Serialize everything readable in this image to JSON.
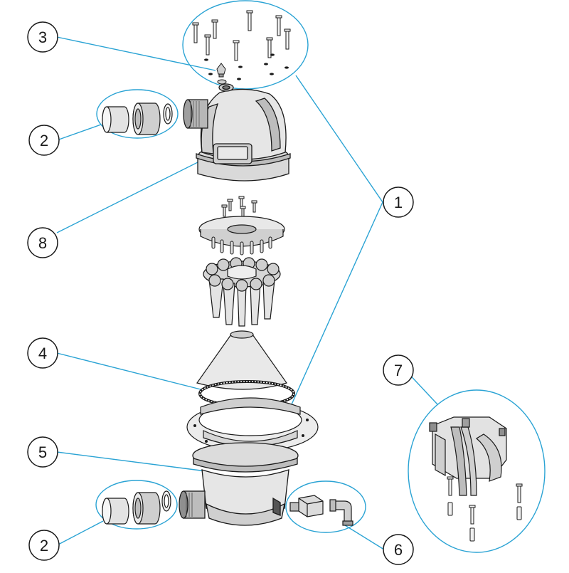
{
  "callouts": [
    {
      "id": "callout-3",
      "label": "3"
    },
    {
      "id": "callout-2-top",
      "label": "2"
    },
    {
      "id": "callout-1",
      "label": "1"
    },
    {
      "id": "callout-8",
      "label": "8"
    },
    {
      "id": "callout-4",
      "label": "4"
    },
    {
      "id": "callout-7",
      "label": "7"
    },
    {
      "id": "callout-5",
      "label": "5"
    },
    {
      "id": "callout-2-bottom",
      "label": "2"
    },
    {
      "id": "callout-6",
      "label": "6"
    }
  ],
  "colors": {
    "leader": "#2aa3d4",
    "outline": "#1a1a1a",
    "body_light": "#e6e6e6",
    "body_mid": "#c8c8c8",
    "body_dark": "#8a8a8a"
  }
}
